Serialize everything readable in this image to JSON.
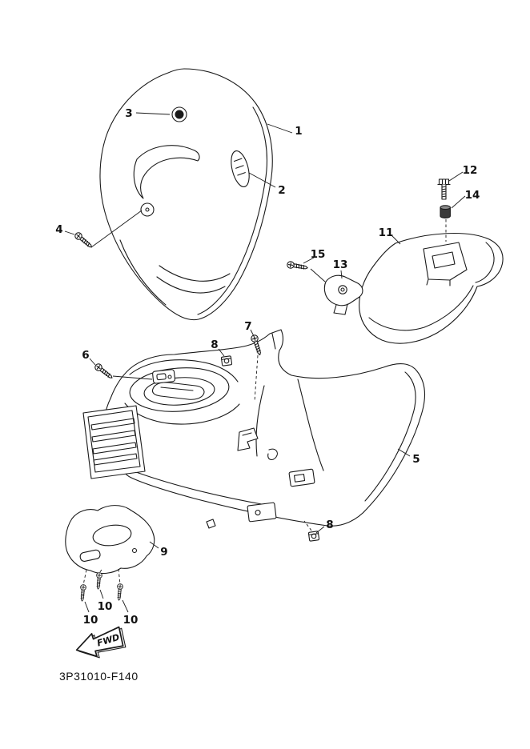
{
  "diagram": {
    "code": "3P31010-F140",
    "fwd_label": "FWD",
    "colors": {
      "line": "#1a1a1a",
      "background": "#ffffff",
      "grommet_fill": "#1a1a1a",
      "spacer_fill": "#3a3a3a"
    },
    "callouts": [
      {
        "id": "1",
        "label": "1"
      },
      {
        "id": "2",
        "label": "2"
      },
      {
        "id": "3",
        "label": "3"
      },
      {
        "id": "4",
        "label": "4"
      },
      {
        "id": "5",
        "label": "5"
      },
      {
        "id": "6",
        "label": "6"
      },
      {
        "id": "7",
        "label": "7"
      },
      {
        "id": "8-upper",
        "label": "8"
      },
      {
        "id": "8-lower",
        "label": "8"
      },
      {
        "id": "9",
        "label": "9"
      },
      {
        "id": "10-left",
        "label": "10"
      },
      {
        "id": "10-middle",
        "label": "10"
      },
      {
        "id": "10-right",
        "label": "10"
      },
      {
        "id": "11",
        "label": "11"
      },
      {
        "id": "12",
        "label": "12"
      },
      {
        "id": "13",
        "label": "13"
      },
      {
        "id": "14",
        "label": "14"
      },
      {
        "id": "15",
        "label": "15"
      }
    ],
    "parts": [
      {
        "callout": "1",
        "icon": "front-shield-panel-icon"
      },
      {
        "callout": "2",
        "icon": "shield-emblem-icon"
      },
      {
        "callout": "3",
        "icon": "grommet-icon"
      },
      {
        "callout": "4",
        "icon": "pan-head-screw-icon"
      },
      {
        "callout": "5",
        "icon": "leg-shield-panel-icon"
      },
      {
        "callout": "6",
        "icon": "pan-head-screw-icon"
      },
      {
        "callout": "7",
        "icon": "pan-head-screw-icon"
      },
      {
        "callout": "8",
        "icon": "clip-nut-icon"
      },
      {
        "callout": "9",
        "icon": "under-cover-plate-icon"
      },
      {
        "callout": "10",
        "icon": "tapping-screw-icon"
      },
      {
        "callout": "11",
        "icon": "front-fender-icon"
      },
      {
        "callout": "12",
        "icon": "flange-bolt-icon"
      },
      {
        "callout": "13",
        "icon": "stay-bracket-icon"
      },
      {
        "callout": "14",
        "icon": "collar-spacer-icon"
      },
      {
        "callout": "15",
        "icon": "pan-head-screw-icon"
      }
    ]
  }
}
